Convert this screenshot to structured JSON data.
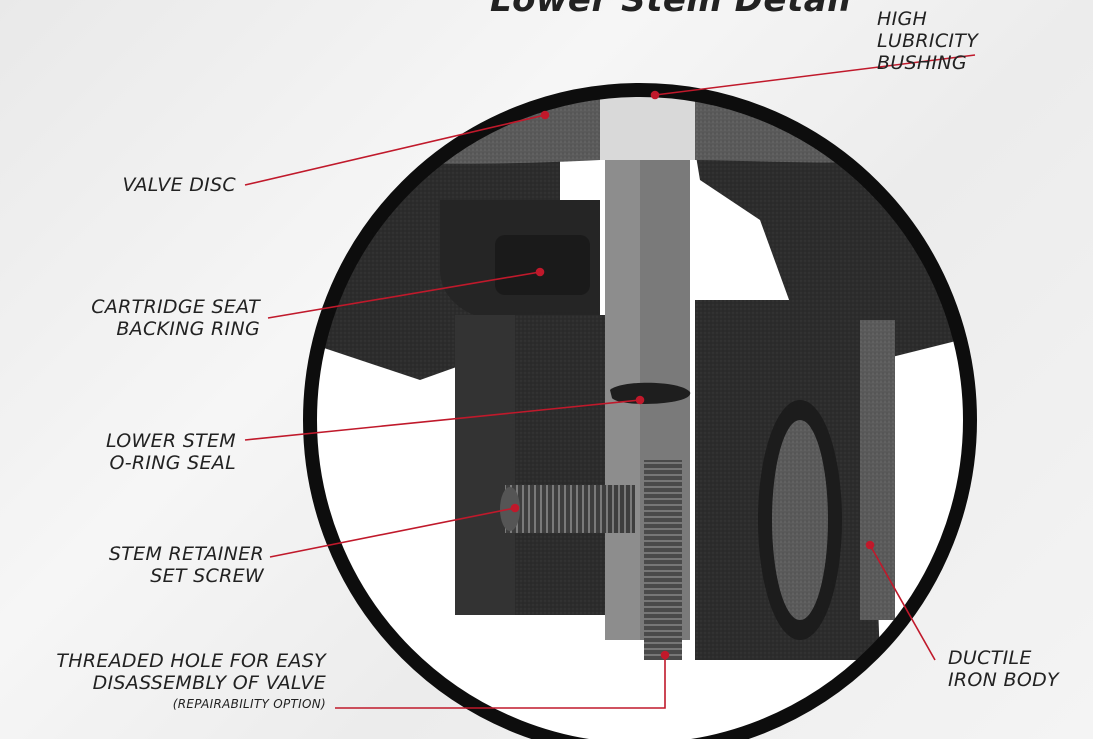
{
  "title": "Lower Stem Detail",
  "labels": {
    "bushing": [
      "HIGH",
      "LUBRICITY",
      "BUSHING"
    ],
    "valve_disc": "VALVE DISC",
    "backing_ring": [
      "CARTRIDGE SEAT",
      "BACKING RING"
    ],
    "oring": [
      "LOWER STEM",
      "O-RING SEAL"
    ],
    "set_screw": [
      "STEM RETAINER",
      "SET SCREW"
    ],
    "threaded_hole": [
      "THREADED HOLE FOR EASY",
      "DISASSEMBLY OF VALVE"
    ],
    "repairability": "(REPAIRABILITY OPTION)",
    "iron_body": [
      "DUCTILE",
      "IRON BODY"
    ]
  },
  "colors": {
    "leader": "#c0192b",
    "rim": "#0d0d0d",
    "body": "#2a2a2a",
    "disc": "#555555",
    "bushing": "#cfcfcf"
  }
}
